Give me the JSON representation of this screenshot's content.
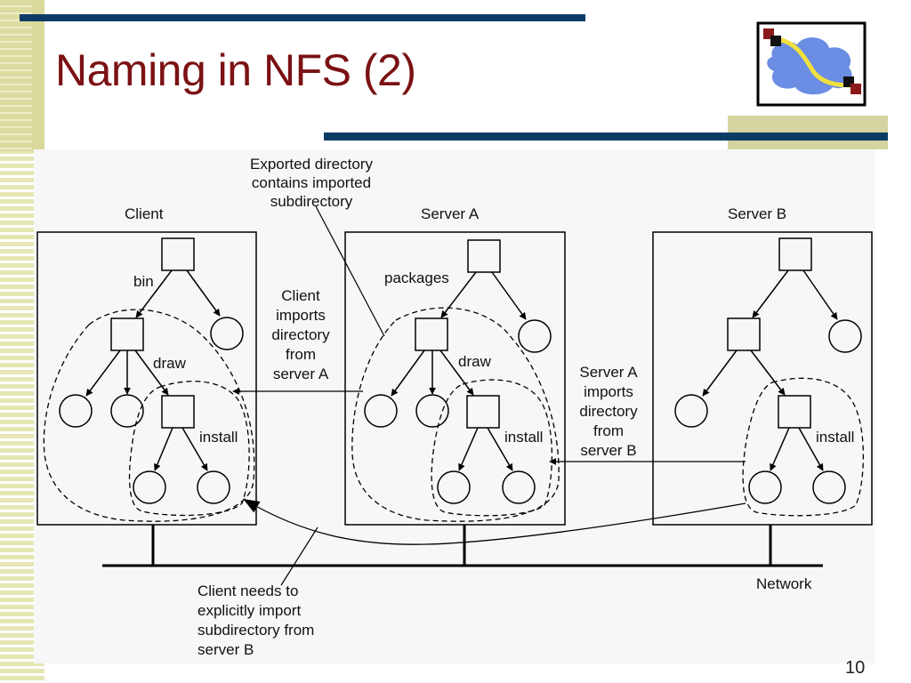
{
  "slide": {
    "title": "Naming in NFS (2)",
    "page_number": "10"
  },
  "colors": {
    "title": "#7b1113",
    "rule_blue": "#0d3b66",
    "rule_tan": "#d4d4a0",
    "logo_cloud": "#6b8de3",
    "logo_path": "#f0e040",
    "logo_node_dark": "#111111",
    "logo_node_red": "#8b1a1a"
  },
  "icons": {
    "logo": "network-cloud-logo-icon"
  },
  "diagram": {
    "machines": [
      {
        "id": "client",
        "label": "Client"
      },
      {
        "id": "server_a",
        "label": "Server A"
      },
      {
        "id": "server_b",
        "label": "Server B"
      }
    ],
    "edge_labels": {
      "client_bin": "bin",
      "client_draw": "draw",
      "client_install": "install",
      "a_packages": "packages",
      "a_draw": "draw",
      "a_install": "install",
      "b_install": "install"
    },
    "annotations": {
      "exported": [
        "Exported directory",
        "contains imported",
        "subdirectory"
      ],
      "client_imports": [
        "Client",
        "imports",
        "directory",
        "from",
        "server A"
      ],
      "server_a_imports": [
        "Server A",
        "imports",
        "directory",
        "from",
        "server B"
      ],
      "explicit": [
        "Client needs to",
        "explicitly import",
        "subdirectory from",
        "server B"
      ]
    },
    "network_label": "Network"
  }
}
